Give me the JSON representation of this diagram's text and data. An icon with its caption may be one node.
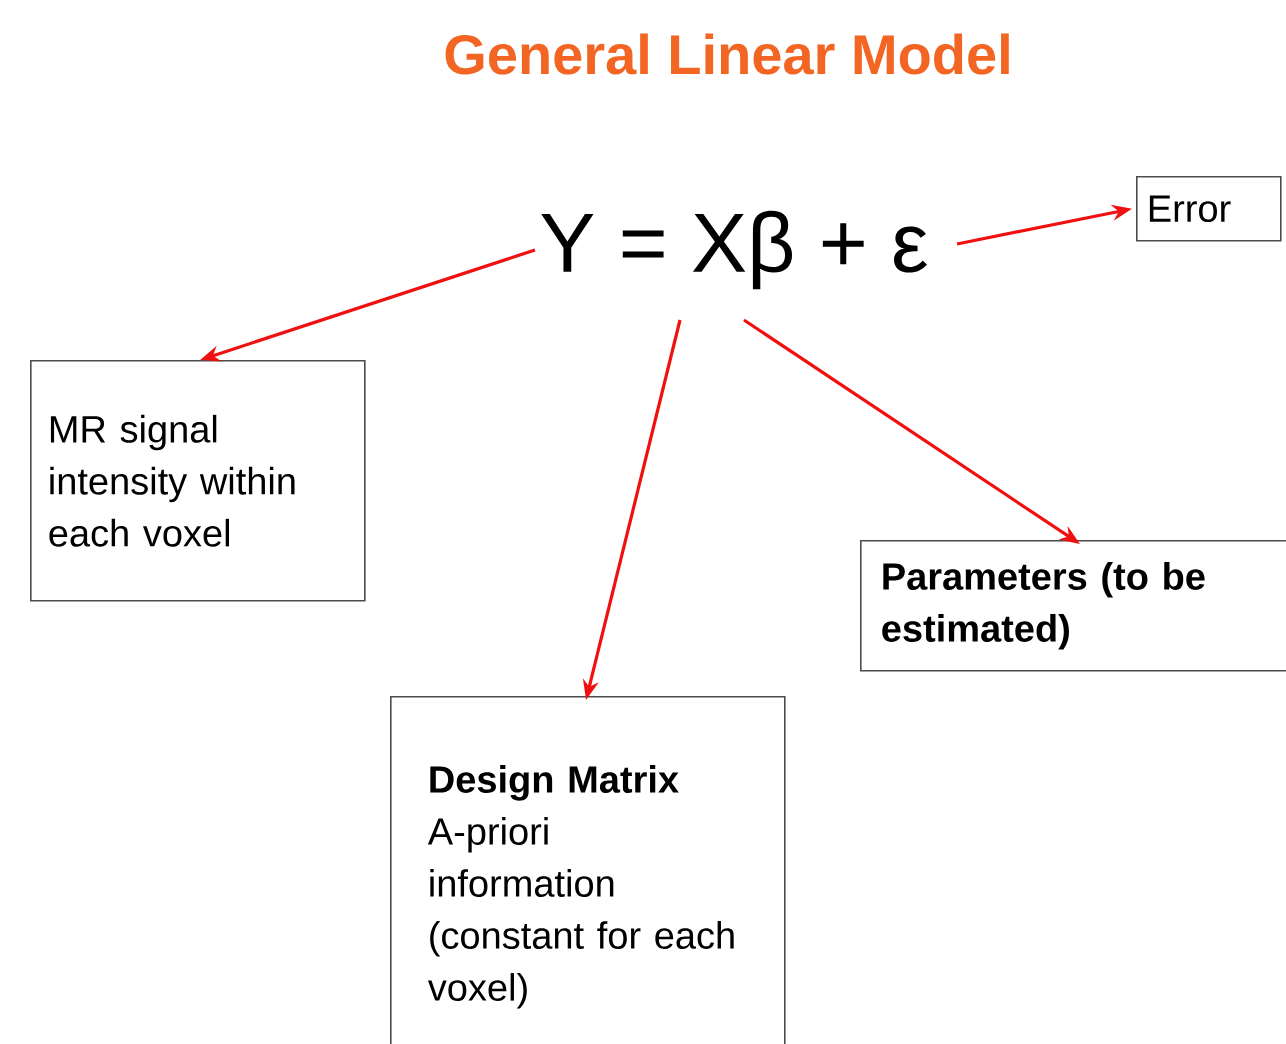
{
  "diagram": {
    "title": "General Linear Model",
    "nodes": [
      {
        "text": [
          "Y = Xβ + ε"
        ]
      },
      {
        "text": [
          "Error"
        ]
      },
      {
        "text": [
          "MR signal intensity within each voxel"
        ]
      },
      {
        "text": [
          "Parameters (to be estimated)"
        ]
      },
      {
        "text": [
          "Design Matrix",
          "A-priori information (constant for each voxel)"
        ]
      }
    ],
    "edges": [
      {
        "from": 0,
        "to": 2,
        "arrow": "to"
      },
      {
        "from": 0,
        "to": 4,
        "arrow": "to"
      },
      {
        "from": 0,
        "to": 3,
        "arrow": "to"
      },
      {
        "from": 0,
        "to": 1,
        "arrow": "to"
      }
    ]
  }
}
